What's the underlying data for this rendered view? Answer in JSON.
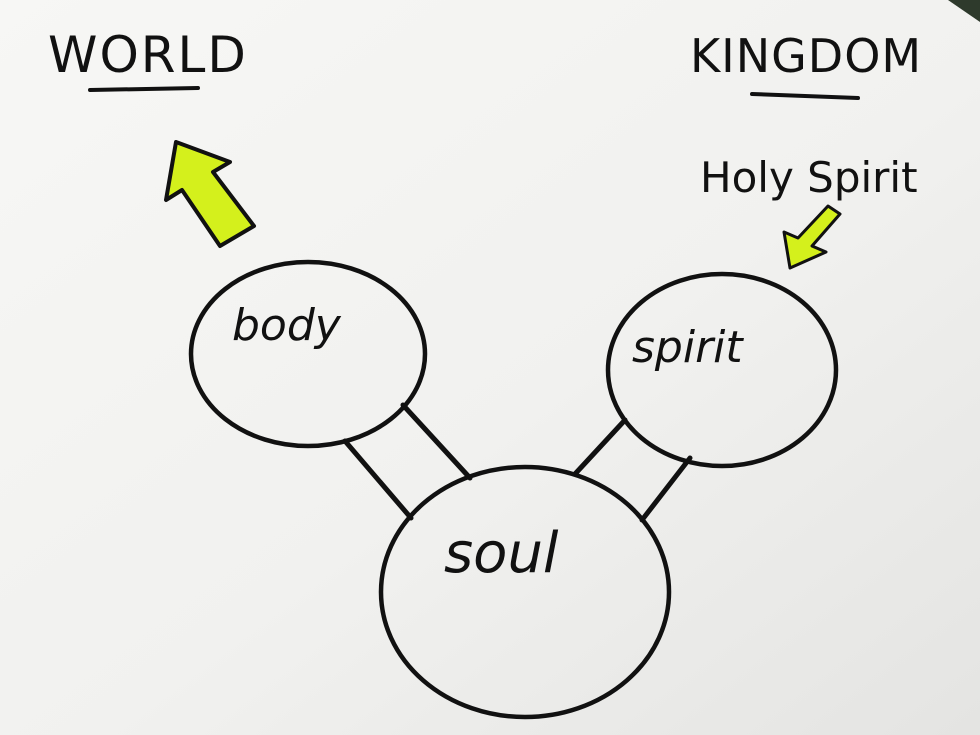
{
  "headings": {
    "left": "WORLD",
    "right": "KINGDOM"
  },
  "annotation": "Holy Spirit",
  "nodes": {
    "body": "body",
    "spirit": "spirit",
    "soul": "soul"
  },
  "colors": {
    "paper": "#f4f4f2",
    "ink": "#111111",
    "arrow_fill": "#d4f01c"
  }
}
